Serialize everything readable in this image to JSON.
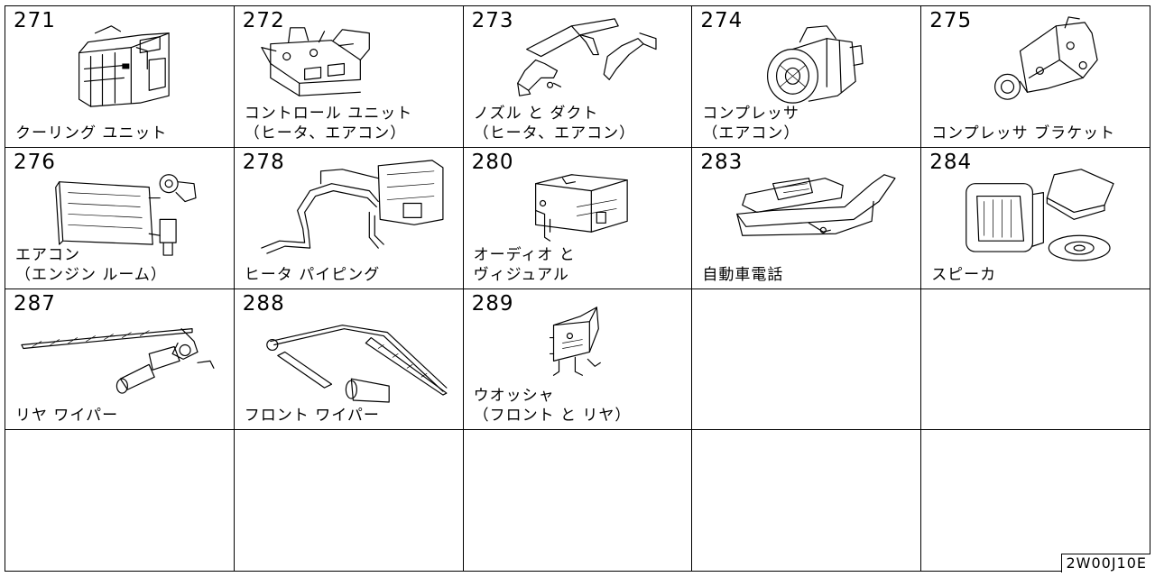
{
  "sections": [
    {
      "number": "271",
      "lines": [
        "クーリング ユニット"
      ],
      "icon": "cooling-unit"
    },
    {
      "number": "272",
      "lines": [
        "コントロール ユニット",
        "（ヒータ、エアコン）"
      ],
      "icon": "control-unit"
    },
    {
      "number": "273",
      "lines": [
        "ノズル と ダクト",
        "（ヒータ、エアコン）"
      ],
      "icon": "nozzle-duct"
    },
    {
      "number": "274",
      "lines": [
        "コンプレッサ",
        "（エアコン）"
      ],
      "icon": "compressor"
    },
    {
      "number": "275",
      "lines": [
        "コンプレッサ ブラケット"
      ],
      "icon": "compressor-bracket"
    },
    {
      "number": "276",
      "lines": [
        "エアコン",
        "（エンジン ルーム）"
      ],
      "icon": "condenser"
    },
    {
      "number": "278",
      "lines": [
        "ヒータ パイピング"
      ],
      "icon": "heater-piping"
    },
    {
      "number": "280",
      "lines": [
        "オーディオ と",
        "ヴィジュアル"
      ],
      "icon": "audio-unit"
    },
    {
      "number": "283",
      "lines": [
        "自動車電話"
      ],
      "icon": "car-phone"
    },
    {
      "number": "284",
      "lines": [
        "スピーカ"
      ],
      "icon": "speaker"
    },
    {
      "number": "287",
      "lines": [
        "リヤ ワイパー"
      ],
      "icon": "rear-wiper"
    },
    {
      "number": "288",
      "lines": [
        "フロント ワイパー"
      ],
      "icon": "front-wiper"
    },
    {
      "number": "289",
      "lines": [
        "ウオッシャ",
        "（フロント と リヤ）"
      ],
      "icon": "washer"
    }
  ],
  "empty_cells": 7,
  "diagram_code": "2W00J10E"
}
